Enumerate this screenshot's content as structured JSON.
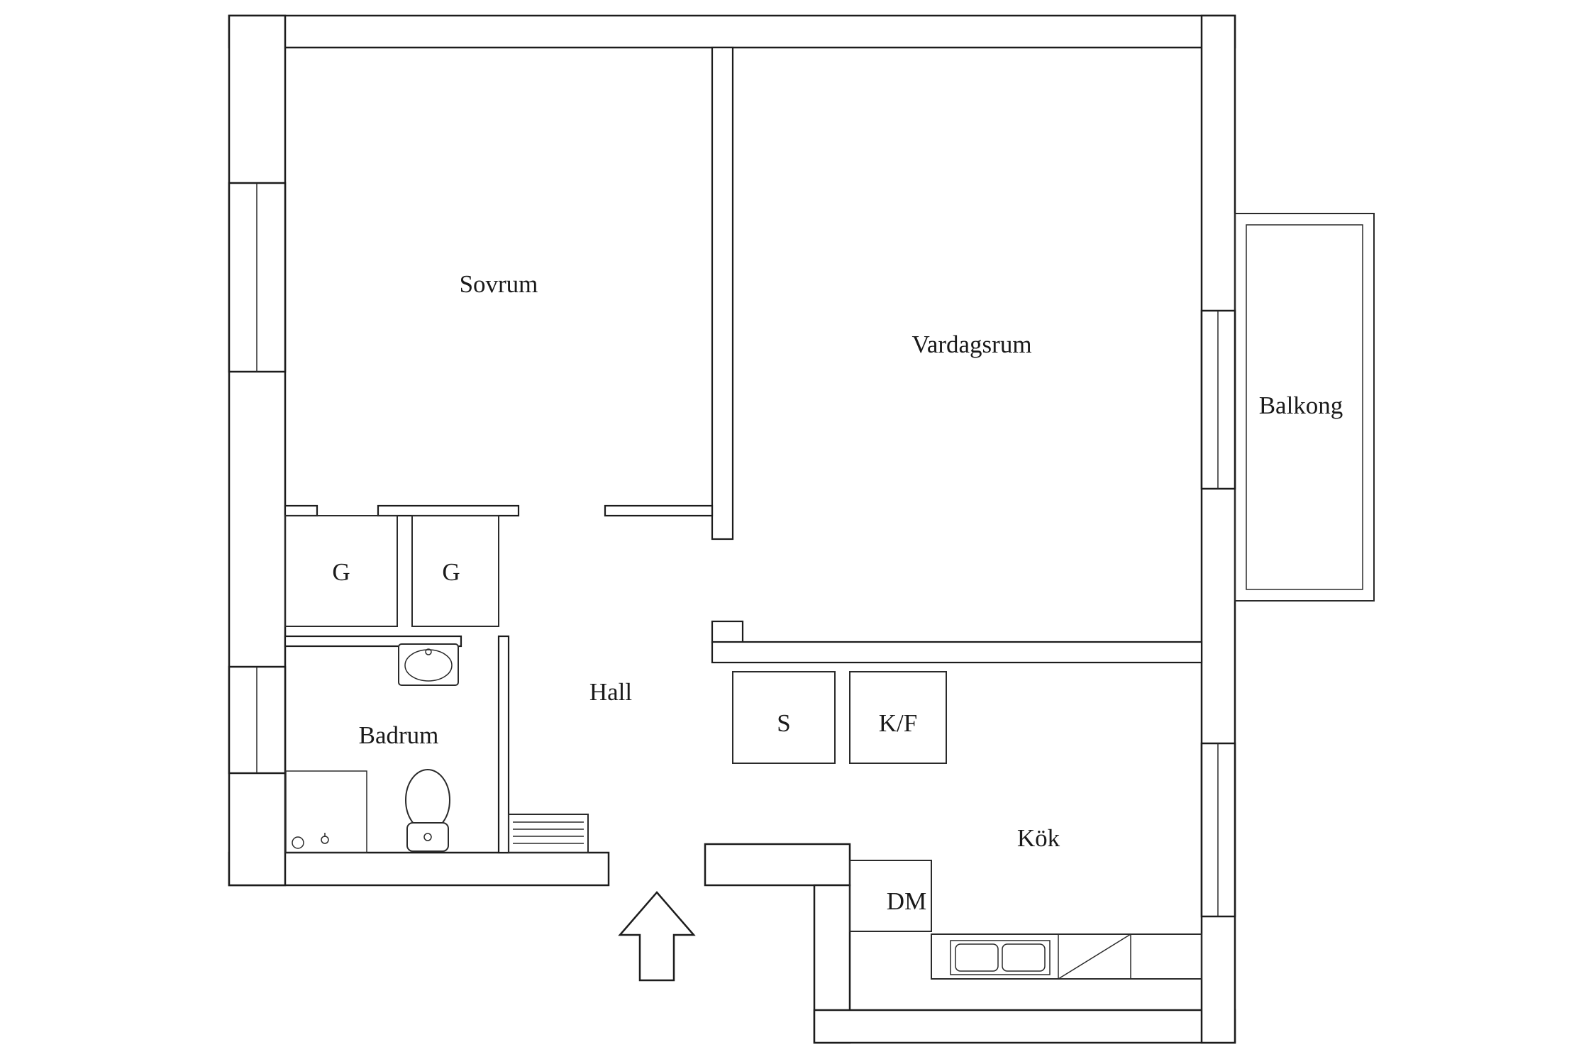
{
  "floorplan": {
    "type": "apartment-floor-plan",
    "colors": {
      "background": "#ffffff",
      "wall": "#1c1c1c",
      "label": "#1a1a1a"
    },
    "labels": {
      "bedroom": "Sovrum",
      "living_room": "Vardagsrum",
      "balcony": "Balkong",
      "hall": "Hall",
      "bathroom": "Badrum",
      "kitchen": "Kök",
      "closet_left": "G",
      "closet_right": "G",
      "wardrobe": "S",
      "fridge_freezer": "K/F",
      "dishwasher": "DM"
    }
  }
}
